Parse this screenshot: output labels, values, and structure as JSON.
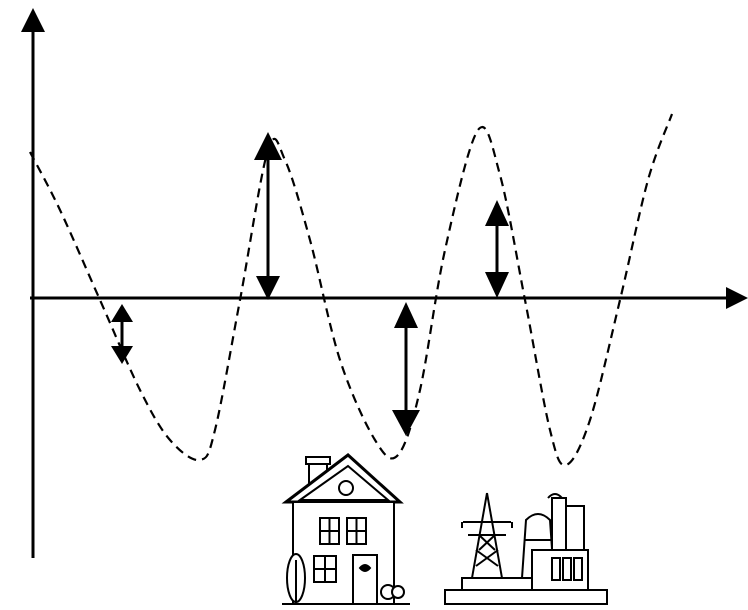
{
  "diagram": {
    "type": "oscillation-with-amplitude-arrows",
    "colors": {
      "stroke": "#000000",
      "fill": "#ffffff",
      "background": "#ffffff"
    },
    "curve_style": "dashed",
    "axes": {
      "x_arrow": "right",
      "y_arrow": "up"
    },
    "arrows": [
      {
        "name": "small-double-arrow-1",
        "kind": "double"
      },
      {
        "name": "large-up-arrow",
        "kind": "up"
      },
      {
        "name": "large-down-arrow",
        "kind": "down"
      },
      {
        "name": "medium-double-arrow",
        "kind": "double"
      }
    ],
    "icons": [
      "house-icon",
      "power-plant-icon"
    ]
  }
}
